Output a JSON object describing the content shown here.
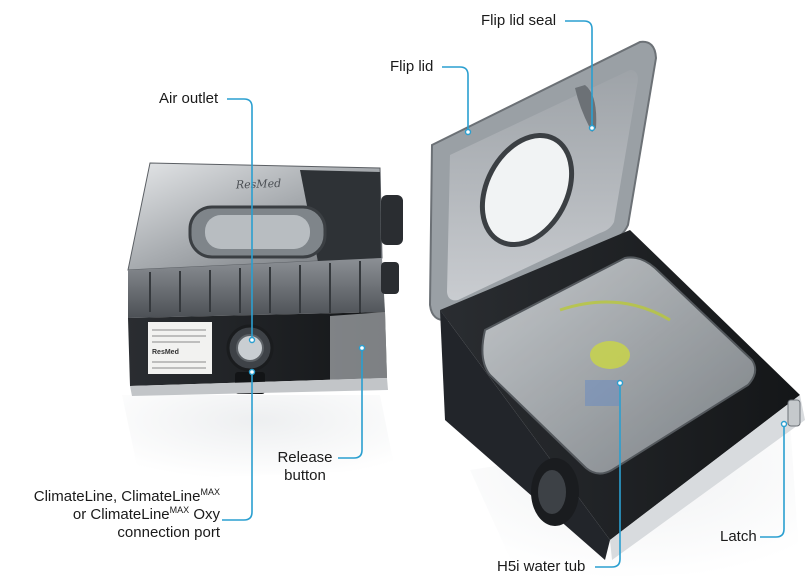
{
  "colors": {
    "leader_line": "#2a9fd0",
    "device_dark": "#1c1f22",
    "device_silver": "#a9adb1",
    "device_grey": "#6d7278"
  },
  "labels": {
    "air_outlet": "Air outlet",
    "flip_lid": "Flip lid",
    "flip_lid_seal": "Flip lid seal",
    "release_line1": "Release",
    "release_line2": "button",
    "port_line1_a": "ClimateLine, ClimateLine",
    "port_line1_sup": "MAX",
    "port_line2_a": "or ClimateLine",
    "port_line2_sup": "MAX",
    "port_line2_b": " Oxy",
    "port_line3": "connection port",
    "water_tub": "H5i water tub",
    "latch": "Latch"
  },
  "device_text": {
    "brand_top": "ResMed",
    "brand_label": "ResMed"
  }
}
